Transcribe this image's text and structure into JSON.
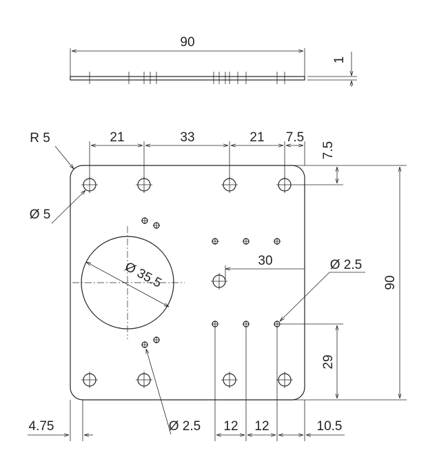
{
  "drawing": {
    "top_view": {
      "width_label": "90",
      "thickness_label": "1"
    },
    "dimensions": {
      "corner_radius": "R 5",
      "hole_spacing_1": "21",
      "hole_spacing_2": "33",
      "hole_spacing_3": "21",
      "right_offset_top": "7.5",
      "top_offset": "7.5",
      "overall_height": "90",
      "mount_hole_dia": "Ø 5",
      "big_hole_dia": "Ø 35.5",
      "offset_30": "30",
      "small_hole_dia_right": "Ø 2.5",
      "vertical_29": "29",
      "left_offset": "4.75",
      "small_hole_dia_bottom": "Ø 2.5",
      "spacing_12a": "12",
      "spacing_12b": "12",
      "right_offset_bottom": "10.5"
    }
  }
}
